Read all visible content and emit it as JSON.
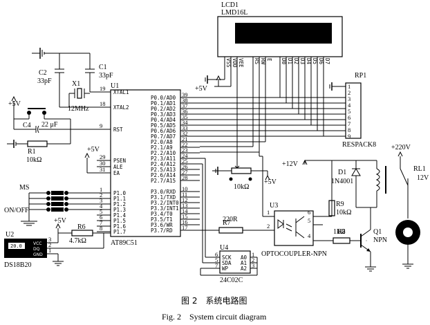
{
  "lcd": {
    "ref": "LCD1",
    "part": "LMD16L",
    "pins": [
      "VSS",
      "VDD",
      "VEE",
      "RS",
      "RW",
      "E",
      "D0",
      "D1",
      "D2",
      "D3",
      "D4",
      "D5",
      "D6",
      "D7"
    ]
  },
  "mcu": {
    "ref": "U1",
    "part": "AT89C51",
    "left_pins": [
      {
        "num": "19",
        "name": "XTAL1"
      },
      {
        "num": "18",
        "name": "XTAL2"
      },
      {
        "num": "9",
        "name": "RST"
      },
      {
        "num": "29",
        "name": "PSEN"
      },
      {
        "num": "30",
        "name": "ALE"
      },
      {
        "num": "31",
        "name": "EA"
      },
      {
        "num": "1",
        "name": "P1.0"
      },
      {
        "num": "2",
        "name": "P1.1"
      },
      {
        "num": "3",
        "name": "P1.2"
      },
      {
        "num": "4",
        "name": "P1.3"
      },
      {
        "num": "5",
        "name": "P1.4"
      },
      {
        "num": "6",
        "name": "P1.5"
      },
      {
        "num": "7",
        "name": "P1.6"
      },
      {
        "num": "8",
        "name": "P1.7"
      }
    ],
    "right_pins": [
      {
        "num": "39",
        "name": "P0.0/AD0"
      },
      {
        "num": "38",
        "name": "P0.1/AD1"
      },
      {
        "num": "37",
        "name": "P0.2/AD2"
      },
      {
        "num": "36",
        "name": "P0.3/AD3"
      },
      {
        "num": "35",
        "name": "P0.4/AD4"
      },
      {
        "num": "34",
        "name": "P0.5/AD5"
      },
      {
        "num": "33",
        "name": "P0.6/AD6"
      },
      {
        "num": "32",
        "name": "P0.7/AD7"
      },
      {
        "num": "21",
        "name": "P2.0/A8"
      },
      {
        "num": "22",
        "name": "P2.1/A9"
      },
      {
        "num": "23",
        "name": "P2.2/A10"
      },
      {
        "num": "24",
        "name": "P2.3/A11"
      },
      {
        "num": "25",
        "name": "P2.4/A12"
      },
      {
        "num": "26",
        "name": "P2.5/A13"
      },
      {
        "num": "27",
        "name": "P2.6/A14"
      },
      {
        "num": "28",
        "name": "P2.7/A15"
      },
      {
        "num": "10",
        "name": "P3.0/RXD"
      },
      {
        "num": "11",
        "name": "P3.1/TXD"
      },
      {
        "num": "12",
        "name": "P3.2/INT0"
      },
      {
        "num": "13",
        "name": "P3.3/INT1"
      },
      {
        "num": "14",
        "name": "P3.4/T0"
      },
      {
        "num": "15",
        "name": "P3.5/T1"
      },
      {
        "num": "16",
        "name": "P3.6/WR"
      },
      {
        "num": "17",
        "name": "P3.7/RD"
      }
    ]
  },
  "crystal": {
    "ref": "X1",
    "value": "12MHz"
  },
  "caps": [
    {
      "ref": "C2",
      "value": "33pF"
    },
    {
      "ref": "C1",
      "value": "33pF"
    },
    {
      "ref": "C4",
      "value": "22 μF"
    }
  ],
  "resistors": [
    {
      "ref": "R1",
      "value": "10kΩ"
    },
    {
      "ref": "R6",
      "value": "4.7kΩ"
    },
    {
      "ref": "R7",
      "value": "220R"
    },
    {
      "ref": "R9",
      "value": "10kΩ"
    },
    {
      "ref": "R8",
      "value": "1kΩ"
    }
  ],
  "pot": {
    "value": "10kΩ"
  },
  "respack": {
    "ref": "RP1",
    "part": "RESPACK8",
    "pins": [
      "1",
      "2",
      "3",
      "4",
      "5",
      "6",
      "7",
      "8",
      "9"
    ]
  },
  "supplies": {
    "v5": "+5V",
    "v12": "+12V",
    "v220": "+220V"
  },
  "switch": {
    "ref": "MS",
    "label": "ON/OFF"
  },
  "sensor": {
    "ref": "U2",
    "part": "DS18B20",
    "pins": [
      "VCC",
      "DQ",
      "GND"
    ],
    "display": "20.0",
    "pin_nums": [
      "3",
      "2",
      "1"
    ]
  },
  "eeprom": {
    "ref": "U4",
    "part": "24C02C",
    "left_pins": [
      {
        "num": "6",
        "name": "SCK"
      },
      {
        "num": "5",
        "name": "SDA"
      },
      {
        "num": "7",
        "name": "WP"
      }
    ],
    "right_pins": [
      {
        "num": "1",
        "name": "A0"
      },
      {
        "num": "2",
        "name": "A1"
      },
      {
        "num": "3",
        "name": "A2"
      }
    ]
  },
  "opto": {
    "ref": "U3",
    "part": "OPTOCOUPLER-NPN",
    "pins": [
      "1",
      "2",
      "4",
      "5",
      "6"
    ]
  },
  "diode": {
    "ref": "D1",
    "part": "1N4001"
  },
  "relay": {
    "ref": "RL1",
    "value": "12V"
  },
  "transistor": {
    "ref": "Q1",
    "part": "NPN"
  },
  "caption": {
    "cn": "图 2　系统电路图",
    "en": "Fig. 2　System circuit diagram"
  }
}
